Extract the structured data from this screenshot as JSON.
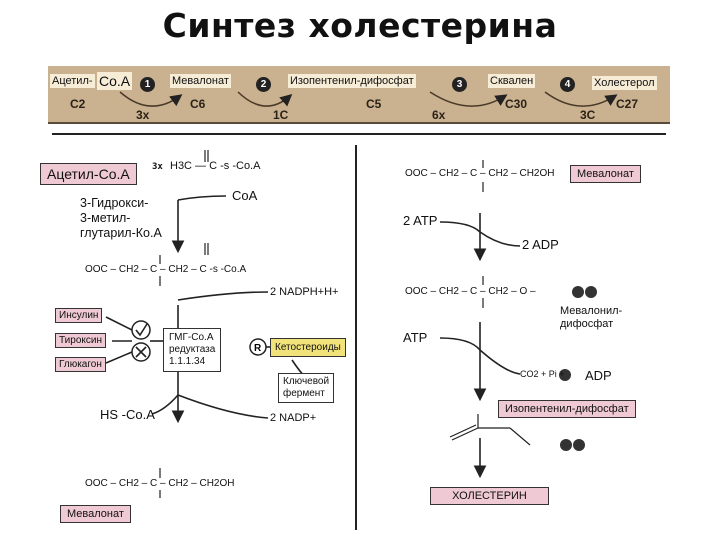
{
  "title": "Синтез холестерина",
  "band": {
    "labels": [
      "Ацетил-",
      "Co.A",
      "Мевалонат",
      "Изопентенил-дифосфат",
      "Сквален",
      "Холестерол"
    ],
    "steps": [
      "1",
      "2",
      "3",
      "4"
    ],
    "carbons": [
      "C2",
      "3x",
      "C6",
      "1C",
      "C5",
      "6x",
      "C30",
      "3C",
      "C27"
    ]
  },
  "left": {
    "acetyl_coa": "Ацетил-Co.A",
    "mult": "3x",
    "acetyl_formula": "H3C — C -s -Co.A",
    "coa_release": "CoA",
    "hmg_name": "3-Гидрокси-\n3-метил-\nглутарил-Ко.А",
    "hmg_formula": "OOC – CH2 – C – CH2 – C -s -Co.A",
    "nadph": "2 NADPH+H+",
    "regulators": [
      "Инсулин",
      "Тироксин",
      "Глюкагон"
    ],
    "enzyme": "ГМГ-Co.A\nредуктаза\n1.1.1.34",
    "ketosteroids": "Кетостероиды",
    "key_enzyme": "Ключевой\nфермент",
    "hs_coa": "HS -Co.A",
    "nadp": "2 NADP+",
    "mevalonate_formula": "OOC – CH2 – C – CH2 – CH2OH",
    "mevalonate_label": "Мевалонат"
  },
  "right": {
    "mevalonate_formula": "OOC – CH2 – C – CH2 – CH2OH",
    "mevalonate_label": "Мевалонат",
    "atp2": "2 ATP",
    "adp2": "2 ADP",
    "mevpp_formula": "OOC – CH2 – C – CH2 – O –",
    "mevpp_label": "Мевалонил-\nдифосфат",
    "atp": "ATP",
    "adp": "ADP",
    "co2_pi": "CO2 + Pi +",
    "ipp_label": "Изопентенил-дифосфат",
    "cholesterol": "ХОЛЕСТЕРИН"
  }
}
